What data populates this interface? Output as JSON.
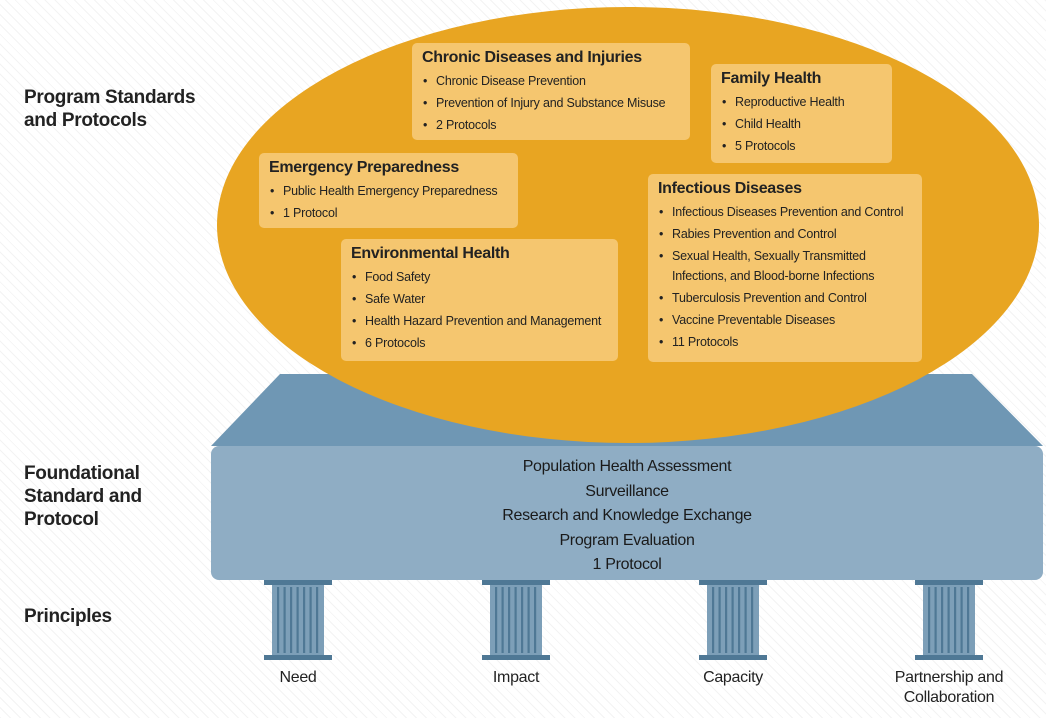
{
  "levels": {
    "program_standards": "Program Standards\nand Protocols",
    "foundational": "Foundational\nStandard and\nProtocol",
    "principles": "Principles"
  },
  "program_groups": [
    {
      "title": "Chronic Diseases and Injuries",
      "items": [
        "Chronic Disease Prevention",
        "Prevention of Injury and Substance Misuse",
        "2 Protocols"
      ]
    },
    {
      "title": "Family Health",
      "items": [
        "Reproductive Health",
        "Child Health",
        "5 Protocols"
      ]
    },
    {
      "title": "Emergency Preparedness",
      "items": [
        "Public Health Emergency Preparedness",
        "1 Protocol"
      ]
    },
    {
      "title": "Infectious Diseases",
      "items": [
        "Infectious Diseases Prevention and Control",
        "Rabies Prevention and Control",
        "Sexual Health, Sexually Transmitted\nInfections, and Blood-borne Infections",
        "Tuberculosis Prevention and Control",
        "Vaccine Preventable Diseases",
        "11 Protocols"
      ]
    },
    {
      "title": "Environmental Health",
      "items": [
        "Food Safety",
        "Safe Water",
        "Health Hazard Prevention and Management",
        "6 Protocols"
      ]
    }
  ],
  "foundation_items": [
    "Population Health Assessment",
    "Surveillance",
    "Research and Knowledge Exchange",
    "Program Evaluation",
    "1 Protocol"
  ],
  "principles": [
    "Need",
    "Impact",
    "Capacity",
    "Partnership and\nCollaboration"
  ],
  "colors": {
    "ellipse": "#e8a522",
    "card": "#f8cd80",
    "platform_top": "#6f97b4",
    "platform_front": "#8fadc4",
    "pillar": "#7d9fb8",
    "pillar_dark": "#4f7895"
  }
}
